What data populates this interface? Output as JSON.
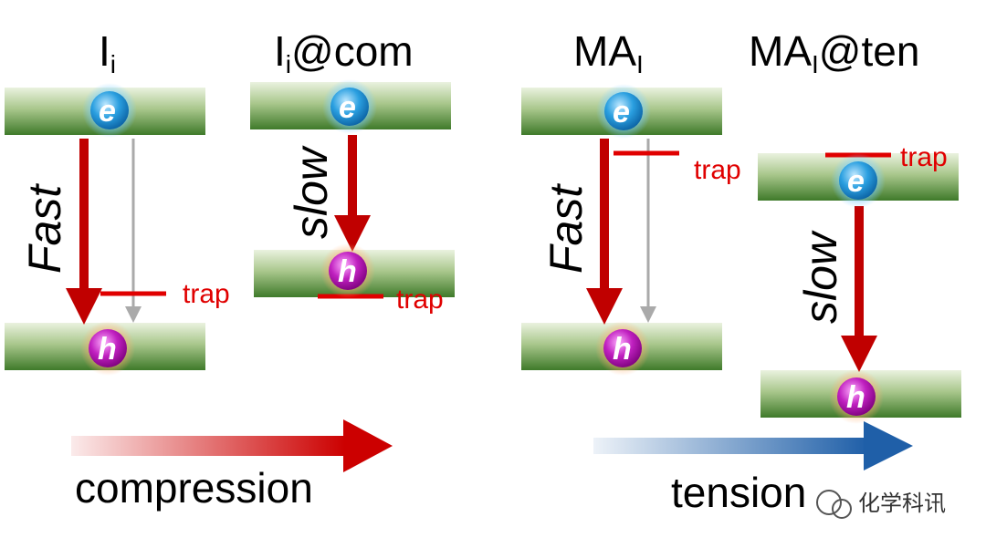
{
  "panels": {
    "p1": {
      "title": "I",
      "sub": "i",
      "rate": "Fast",
      "trap": "trap"
    },
    "p2": {
      "title": "I",
      "sub": "i",
      "suffix": "@com",
      "rate": "slow",
      "trap": "trap"
    },
    "p3": {
      "title": "MA",
      "sub": "I",
      "rate": "Fast",
      "trap": "trap"
    },
    "p4": {
      "title": "MA",
      "sub": "I",
      "suffix": "@ten",
      "rate": "slow",
      "trap": "trap"
    }
  },
  "particles": {
    "electron": "e",
    "hole": "h"
  },
  "arrows": {
    "compression": "compression",
    "tension": "tension"
  },
  "watermark": "化学科讯",
  "colors": {
    "band": "#5c8f3c",
    "transition": "#c00000",
    "trap": "#e00000",
    "gray_arrow": "#aaaaaa",
    "compression": "#cc0000",
    "tension": "#1f5fa8",
    "electron": "#2a9fe0",
    "hole": "#b01ab0"
  }
}
